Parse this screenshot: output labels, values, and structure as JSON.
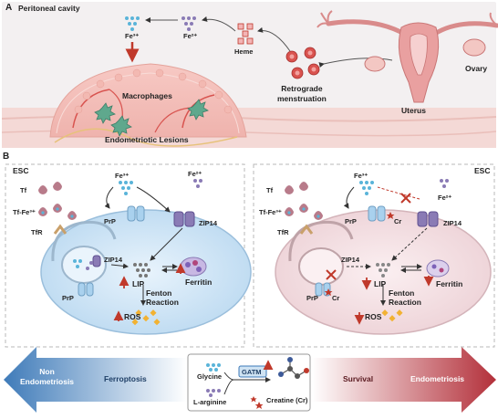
{
  "panelA": {
    "letter": "A",
    "title": "Peritoneal cavity",
    "fe3": "Fe³⁺",
    "fe2": "Fe²⁺",
    "heme": "Heme",
    "macrophages": "Macrophages",
    "lesions": "Endometriotic Lesions",
    "retrograde": "Retrograde\nmenstruation",
    "ovary": "Ovary",
    "uterus": "Uterus"
  },
  "panelB": {
    "letter": "B",
    "left": {
      "esc": "ESC",
      "fe3": "Fe³⁺",
      "fe2": "Fe²⁺",
      "tf": "Tf",
      "tffe": "Tf-Fe³⁺",
      "tfr": "TfR",
      "prp_top": "PrP",
      "prp_bottom": "PrP",
      "zip14_top": "ZIP14",
      "zip14_inner": "ZIP14",
      "lip": "LIP",
      "ferritin": "Ferritin",
      "fenton": "Fenton\nReaction",
      "ros": "ROS"
    },
    "right": {
      "esc": "ESC",
      "fe3": "Fe³⁺",
      "fe2": "Fe²⁺",
      "tf": "Tf",
      "tffe": "Tf-Fe³⁺",
      "tfr": "TfR",
      "prp_top": "PrP",
      "cr_top": "Cr",
      "prp_bottom": "PrP",
      "cr_bottom": "Cr",
      "zip14_top": "ZIP14",
      "zip14_inner": "ZIP14",
      "lip": "LIP",
      "ferritin": "Ferritin",
      "fenton": "Fenton\nReaction",
      "ros": "ROS"
    }
  },
  "bottom": {
    "non_endo": "Non\nEndometriosis",
    "ferroptosis": "Ferroptosis",
    "glycine": "Glycine",
    "gatm": "GATM",
    "larginine": "L-arginine",
    "creatine": "Creatine (Cr)",
    "survival": "Survival",
    "endometriosis": "Endometriosis"
  },
  "colors": {
    "blue_arrow": "#3d7ab8",
    "red_arrow": "#b5303a",
    "cell_blue": "#d6e9f8",
    "cell_pink": "#f6e3e6",
    "iron_blue": "#5ab4d9",
    "iron_purple": "#8a7bb5",
    "ros_yellow": "#f2b233",
    "tissue_pink": "#f3c6c6",
    "uterus_pink": "#d98b8b"
  }
}
